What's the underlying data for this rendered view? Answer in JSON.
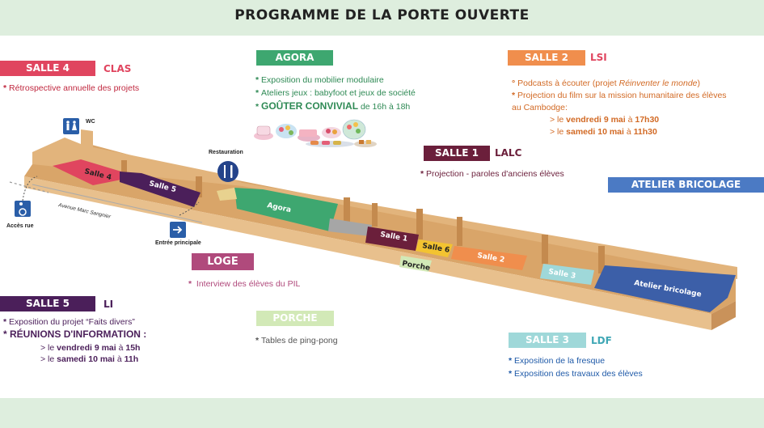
{
  "title": "PROGRAMME DE LA PORTE OUVERTE",
  "colors": {
    "band": "#deeede",
    "salle4": "#e0455f",
    "agora": "#3ea770",
    "salle2": "#f08e4d",
    "salle1": "#6b1f3b",
    "atelier": "#4b7ac4",
    "loge": "#b04a7c",
    "salle5": "#4b1f5a",
    "porche": "#d2e9b7",
    "salle3": "#9fd8d9",
    "wood": "#d9a569"
  },
  "salle4": {
    "badge": "SALLE 4",
    "tag": "CLAS",
    "items": [
      "Rétrospective annuelle des projets"
    ]
  },
  "agora": {
    "badge": "AGORA",
    "items": [
      "Exposition du mobilier modulaire",
      "Ateliers jeux : babyfoot et jeux de société"
    ],
    "gouter_label": "GOÛTER CONVIVIAL",
    "gouter_time": " de 16h à 18h"
  },
  "salle2": {
    "badge": "SALLE 2",
    "tag": "LSI",
    "podcast_prefix": "Podcasts à écouter (projet ",
    "podcast_title": "Réinventer le monde",
    "podcast_suffix": ")",
    "projection_line1": "Projection du film sur la mission humanitaire des élèves",
    "projection_line2": "au Cambodge:",
    "session1_prefix": "> le ",
    "session1_date": "vendredi 9 mai",
    "session1_mid": " à ",
    "session1_time": "17h30",
    "session2_prefix": "> le ",
    "session2_date": "samedi 10 mai",
    "session2_mid": " à ",
    "session2_time": "11h30"
  },
  "salle1": {
    "badge": "SALLE 1",
    "tag": "LALC",
    "items": [
      "Projection - paroles d'anciens élèves"
    ]
  },
  "atelier": {
    "badge": "ATELIER BRICOLAGE"
  },
  "loge": {
    "badge": "LOGE",
    "items": [
      "Interview des élèves du PIL"
    ]
  },
  "salle5": {
    "badge": "SALLE 5",
    "tag": "LI",
    "items": [
      "Exposition du projet “Faits divers”"
    ],
    "reunions": "RÉUNIONS D'INFORMATION :",
    "session1_prefix": "> le ",
    "session1_date": "vendredi 9 mai",
    "session1_mid": " à ",
    "session1_time": "15h",
    "session2_prefix": "> le ",
    "session2_date": "samedi 10 mai",
    "session2_mid": " à ",
    "session2_time": "11h"
  },
  "porche": {
    "badge": "PORCHE",
    "items": [
      "Tables de ping-pong"
    ]
  },
  "salle3": {
    "badge": "SALLE 3",
    "tag": "LDF",
    "items": [
      "Exposition de la fresque",
      "Exposition des travaux des élèves"
    ]
  },
  "map": {
    "wc": "WC",
    "restauration": "Restauration",
    "acces_rue": "Accès rue",
    "entree": "Entrée principale",
    "avenue": "Avenue Marc Sangnier",
    "rooms": {
      "salle4": "Salle 4",
      "salle5": "Salle 5",
      "agora": "Agora",
      "salle1": "Salle 1",
      "salle6": "Salle 6",
      "porche": "Porche",
      "salle2": "Salle 2",
      "salle3": "Salle 3",
      "atelier": "Atelier bricolage"
    }
  }
}
